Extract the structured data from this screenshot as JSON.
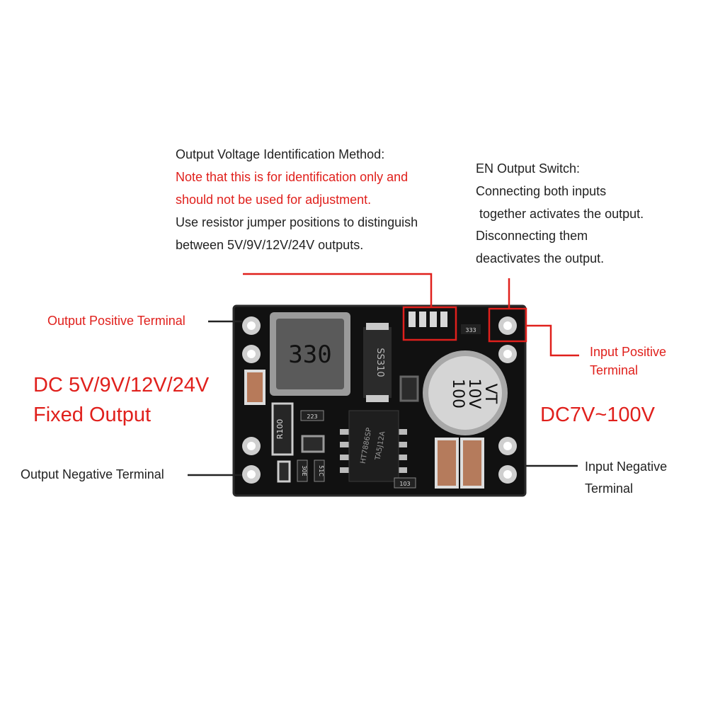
{
  "voltage_note": {
    "title": "Output Voltage Identification Method:",
    "warning_1": "Note that this is for identification only and",
    "warning_2": "should not be used for adjustment.",
    "body_1": "Use resistor jumper positions to distinguish",
    "body_2": "between 5V/9V/12V/24V outputs."
  },
  "en_note": {
    "title": "EN Output Switch:",
    "line_1": "Connecting both inputs",
    "line_2": " together activates the output.",
    "line_3": "Disconnecting them",
    "line_4": "deactivates the output."
  },
  "labels": {
    "output_positive": "Output Positive Terminal",
    "output_negative": "Output Negative Terminal",
    "input_positive_1": "Input Positive",
    "input_positive_2": "Terminal",
    "input_negative_1": "Input Negative",
    "input_negative_2": "Terminal"
  },
  "specs": {
    "output_1": "DC 5V/9V/12V/24V",
    "output_2": "Fixed Output",
    "input_range": "DC7V~100V"
  },
  "board_markings": {
    "inductor": "330",
    "diode": "SS310",
    "cap_1": "100",
    "cap_2": "10V",
    "cap_3": "VT",
    "ic_1": "HT7886SP",
    "ic_2": "TA5J12A",
    "res_top": "333",
    "res_mid": "223",
    "res_low": "103",
    "shunt": "R100",
    "small_1": "30E",
    "small_2": "51C"
  },
  "colors": {
    "annotation_red": "#e0201c",
    "text": "#222222",
    "board": "#111111"
  }
}
